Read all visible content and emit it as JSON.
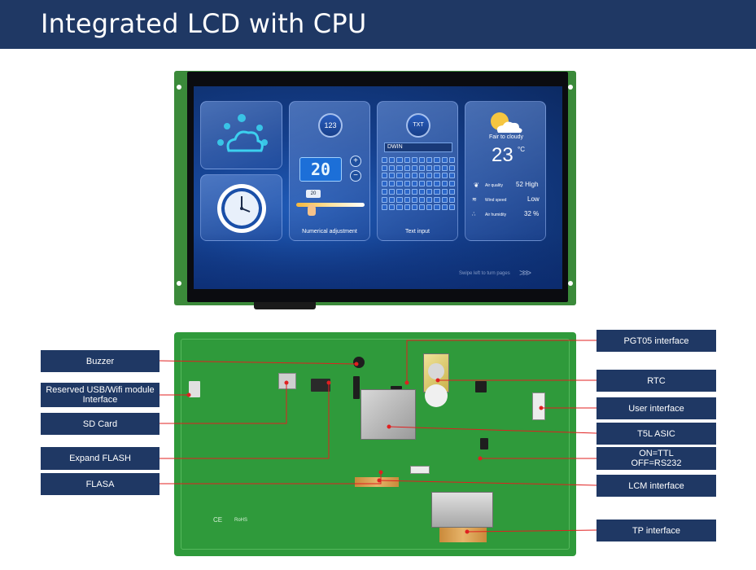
{
  "header": {
    "title": "Integrated LCD with CPU"
  },
  "screen": {
    "number_badge": "123",
    "number_value": "20",
    "plus_label": "+",
    "minus_label": "−",
    "slider_value": "20",
    "numerical_label": "Numerical adjustment",
    "txt_badge": "TXT",
    "text_field": "DWIN",
    "text_label": "Text input",
    "weather": {
      "condition": "Fair to cloudy",
      "temperature": "23",
      "unit": "°C",
      "rows": [
        {
          "label": "Air quality",
          "value": "52 High"
        },
        {
          "label": "Wind speed",
          "value": "Low"
        },
        {
          "label": "Air humidity",
          "value": "32 %"
        }
      ]
    },
    "swipe_hint": "Swipe left to turn pages",
    "swipe_arrows": ">>>"
  },
  "pcb": {
    "ce_mark": "CE",
    "rohs_mark": "RoHS"
  },
  "callouts_left": [
    "Buzzer",
    "Reserved USB/Wifi module Interface",
    "SD Card",
    "Expand FLASH",
    "FLASA"
  ],
  "callouts_right": [
    "PGT05 interface",
    "RTC",
    "User interface",
    "T5L ASIC",
    "ON=TTL OFF=RS232",
    "LCM interface",
    "TP interface"
  ],
  "colors": {
    "header_bg": "#1f3864",
    "label_bg": "#1f3864",
    "pcb_green": "#2f9a3b",
    "leader_red": "#e02020"
  }
}
